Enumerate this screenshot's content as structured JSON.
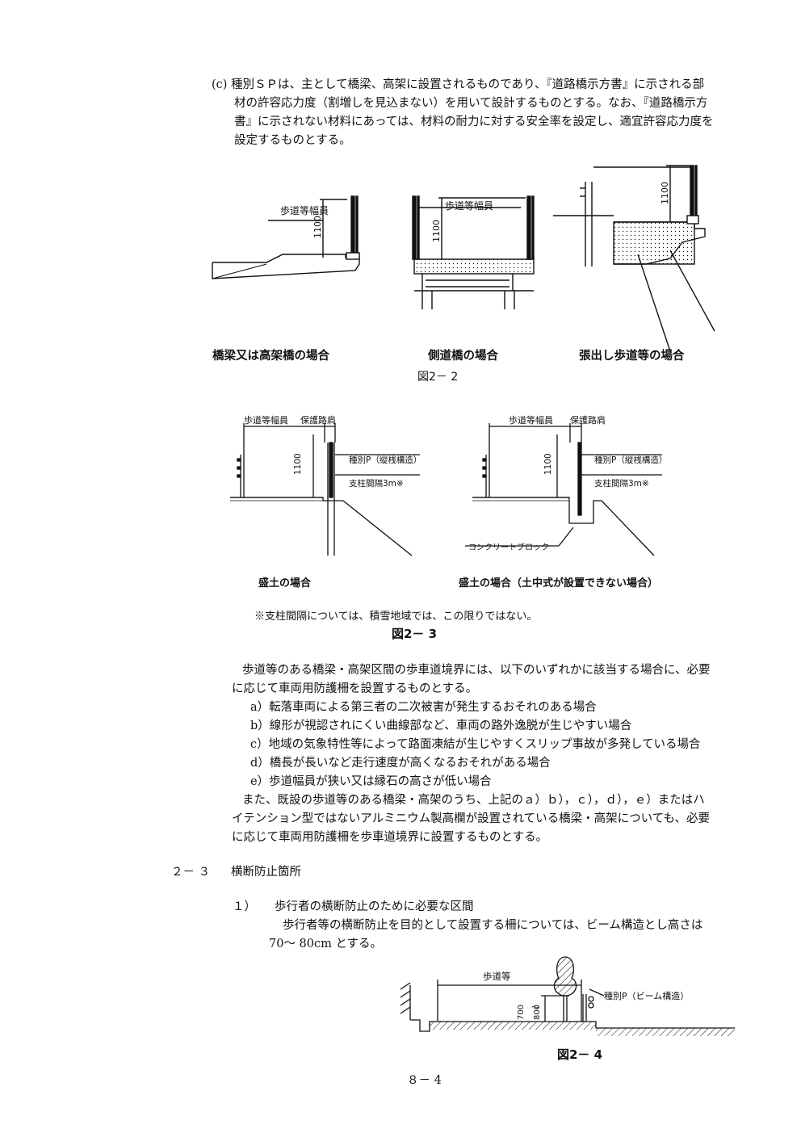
{
  "intro": {
    "line1": "(c) 種別ＳＰは、主として橋梁、高架に設置されるものであり、『道路橋示方書』に示される部",
    "line2": "材の許容応力度（割増しを見込まない）を用いて設計するものとする。なお、『道路橋示方",
    "line3": "書』に示されない材料にあっては、材料の耐力に対する安全率を設定し、適宜許容応力度を",
    "line4": "設定するものとする。"
  },
  "fig22": {
    "label_width": "歩道等幅員",
    "dim": "1100",
    "caption_left": "橋梁又は高架橋の場合",
    "caption_mid": "側道橋の場合",
    "caption_right": "張出し歩道等の場合",
    "title": "図2－ 2"
  },
  "fig23": {
    "label_width": "歩道等幅員",
    "label_shoulder": "保護路肩",
    "dim": "1100",
    "type_label": "種別P（縦桟構造）",
    "spacing_label": "支柱間隔3m※",
    "concrete_label": "コンクリートブロック",
    "caption_left": "盛土の場合",
    "caption_right": "盛土の場合（土中式が設置できない場合）",
    "note": "※支柱間隔については、積雪地域では、この限りではない。",
    "title": "図2－ 3"
  },
  "body": {
    "para1_line1": "歩道等のある橋梁・高架区間の歩車道境界には、以下のいずれかに該当する場合に、必要",
    "para1_line2": "に応じて車両用防護柵を設置するものとする。",
    "items": [
      "a）転落車両による第三者の二次被害が発生するおそれのある場合",
      "b）線形が視認されにくい曲線部など、車両の路外逸脱が生じやすい場合",
      "c）地域の気象特性等によって路面凍結が生じやすくスリップ事故が多発している場合",
      "d）橋長が長いなど走行速度が高くなるおそれがある場合",
      "e）歩道幅員が狭い又は縁石の高さが低い場合"
    ],
    "para2_line1": "また、既設の歩道等のある橋梁・高架のうち、上記のａ）ｂ），ｃ），ｄ），ｅ）またはハ",
    "para2_line2": "イテンション型ではないアルミニウム製高欄が設置されている橋梁・高架についても、必要",
    "para2_line3": "に応じて車両用防護柵を歩車道境界に設置するものとする。"
  },
  "section": {
    "number": "２－ ３",
    "title": "横断防止箇所",
    "sub_number": "１）",
    "sub_title": "歩行者の横断防止のために必要な区間",
    "text_line1": "歩行者等の横断防止を目的として設置する柵については、ビーム構造とし高さは",
    "text_line2": "70～ 80cm とする。"
  },
  "fig24": {
    "label_sidewalk": "歩道等",
    "dim_top": "700",
    "dim_sep": "～",
    "dim_bottom": "800",
    "type_label": "種別P（ビーム構造）",
    "title": "図2－ 4"
  },
  "page_number": "８－ 4"
}
